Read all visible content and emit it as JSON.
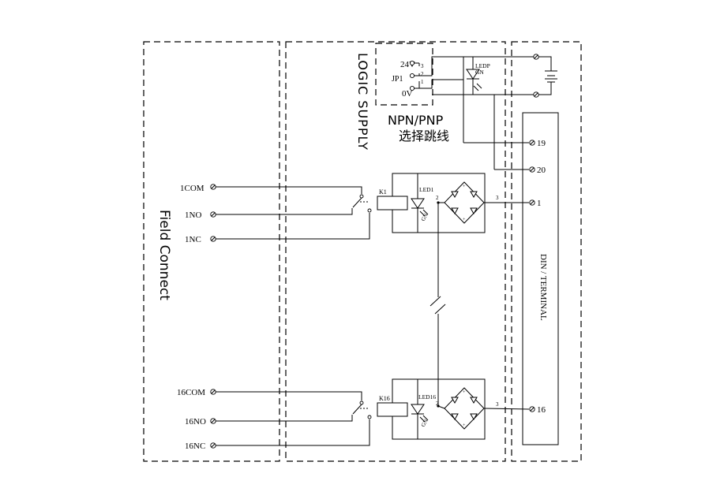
{
  "regions": {
    "field_connect": "Field Connect",
    "logic_supply": "LOGIC SUPPLY",
    "din_terminal": "DIN / TERMINAL"
  },
  "jumper": {
    "label": "JP1",
    "v24": "24V",
    "v0": "0V",
    "pins": [
      "3",
      "2",
      "1"
    ],
    "caption": "NPN/PNP",
    "caption_cn": "选择跳线"
  },
  "power_led": {
    "name": "LEDP",
    "color": "GN"
  },
  "terminals": [
    "19",
    "20",
    "1",
    "16"
  ],
  "channels": [
    {
      "com": "1COM",
      "no": "1NO",
      "nc": "1NC",
      "relay": "K1",
      "led": "LED1",
      "led_color": "GN",
      "node_left": "2",
      "node_right": "3"
    },
    {
      "com": "16COM",
      "no": "16NO",
      "nc": "16NC",
      "relay": "K16",
      "led": "LED16",
      "led_color": "GN",
      "node_left": "2",
      "node_right": "3"
    }
  ]
}
